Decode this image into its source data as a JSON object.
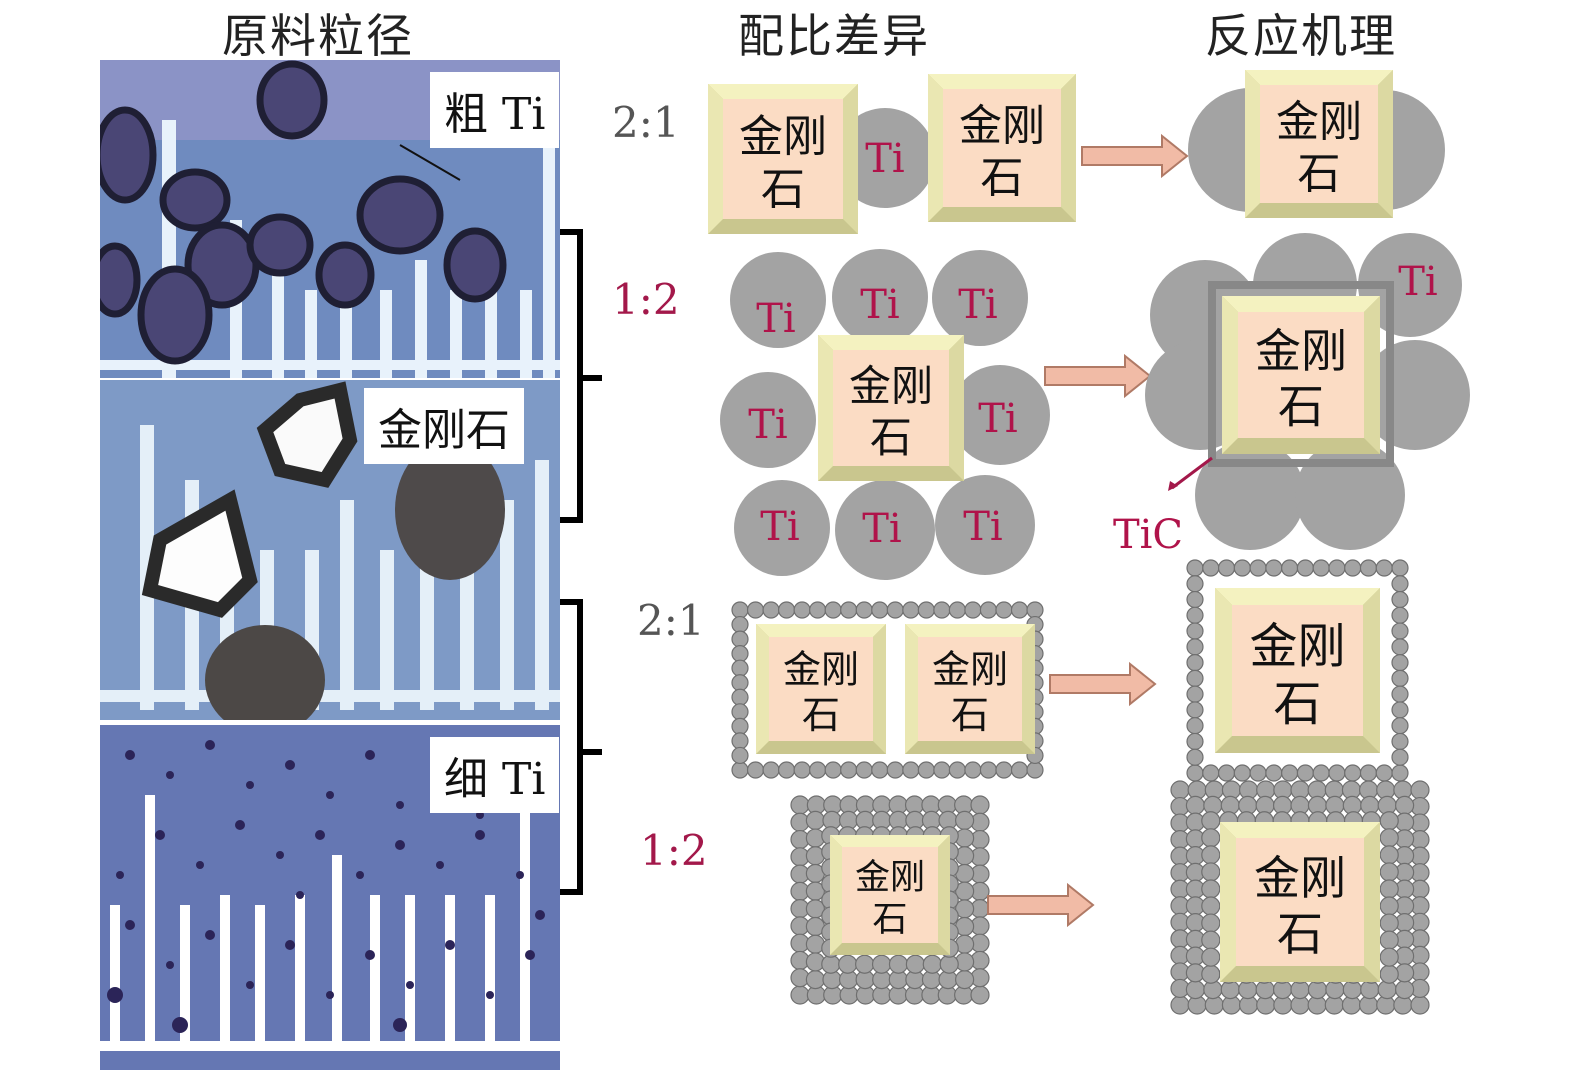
{
  "titles": {
    "raw_size": "原料粒径",
    "ratio_diff": "配比差异",
    "mechanism": "反应机理"
  },
  "photos": {
    "coarse_label": "粗 Ti",
    "diamond_label": "金刚石",
    "fine_label": "细 Ti"
  },
  "ratios": {
    "r1": "2:1",
    "r2": "1:2",
    "r3": "2:1",
    "r4": "1:2"
  },
  "labels": {
    "diamond_top": "金刚",
    "diamond_bottom": "石",
    "ti": "Ti",
    "tic": "TiC"
  },
  "colors": {
    "diamond_face": "#fbdcc4",
    "diamond_bevel_light": "#f4f2c0",
    "diamond_bevel_dark": "#c9c68e",
    "ti_particle": "#a3a3a3",
    "ti_text": "#b0134a",
    "ratio_grey": "#555555",
    "ratio_red": "#a3184a",
    "arrow_fill": "#f1bba6",
    "arrow_stroke": "#b07a66",
    "bracket": "#000000"
  }
}
